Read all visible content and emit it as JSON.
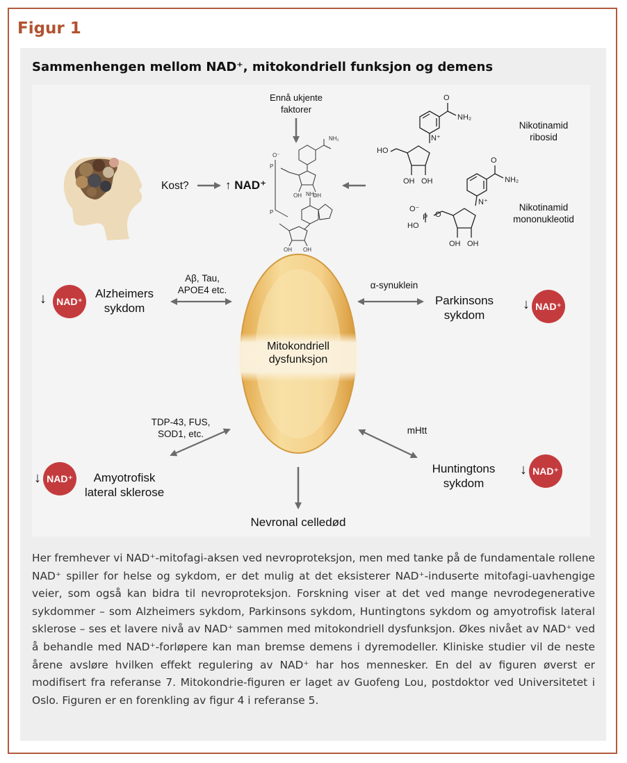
{
  "figure_label": "Figur 1",
  "title": "Sammenhengen mellom NAD⁺, mitokondriell funksjon og demens",
  "diagram": {
    "unknown_factors": [
      "Ennå ukjente",
      "faktorer"
    ],
    "diet": "Kost?",
    "up_arrow": "↑",
    "nad_plus": "NAD⁺",
    "nr_label": [
      "Nikotinamid",
      "ribosid"
    ],
    "nmn_label": [
      "Nikotinamid",
      "mononukleotid"
    ],
    "mito_label": [
      "Mitokondriell",
      "dysfunksjon"
    ],
    "alz_factors": [
      "Aβ, Tau,",
      "APOE4 etc."
    ],
    "alz_label": [
      "Alzheimers",
      "sykdom"
    ],
    "park_factor": "α-synuklein",
    "park_label": [
      "Parkinsons",
      "sykdom"
    ],
    "als_factors": [
      "TDP-43, FUS,",
      "SOD1, etc."
    ],
    "als_label": [
      "Amyotrofisk",
      "lateral sklerose"
    ],
    "hd_factor": "mHtt",
    "hd_label": [
      "Huntingtons",
      "sykdom"
    ],
    "outcome": "Nevronal celledød",
    "badge_text": "NAD⁺",
    "down_arrow": "↓",
    "chem": {
      "nh2": "NH₂",
      "ho": "HO",
      "oh": "OH",
      "n_plus": "N⁺",
      "o_minus": "O⁻",
      "o": "O",
      "p": "P"
    }
  },
  "caption": "Her fremhever vi NAD⁺-mitofagi-aksen ved nevroproteksjon, men med tanke på de fundamentale rollene NAD⁺ spiller for helse og sykdom, er det mulig at det eksisterer NAD⁺-induserte mitofagi-uavhengige veier, som også kan bidra til nevroproteksjon. Forskning viser at det ved mange nevrodegenerative sykdommer – som Alzheimers sykdom, Parkinsons sykdom, Huntingtons sykdom og amyotrofisk lateral sklerose – ses et lavere nivå av NAD⁺ sammen med mitokondriell dysfunksjon. Økes nivået av NAD⁺ ved å behandle med NAD⁺-forløpere kan man bremse demens i dyremodeller. Kliniske studier vil de neste årene avsløre hvilken effekt regulering av NAD⁺ har hos mennesker. En del av figuren øverst er modifisert fra referanse 7. Mitokondrie-figuren er laget av Guofeng Lou, postdoktor ved Universitetet i Oslo. Figuren er en forenkling av figur 4 i referanse 5.",
  "colors": {
    "frame": "#b05a3c",
    "label": "#b0532f",
    "badge": "#c43b3e",
    "mitochondrion": "#f0c46e",
    "arrow": "#6b6b6b"
  },
  "icons": [
    "head-brain-icon",
    "mitochondrion-icon",
    "nad-molecule-icon",
    "nicotinamide-riboside-molecule-icon",
    "nicotinamide-mononucleotide-molecule-icon"
  ]
}
